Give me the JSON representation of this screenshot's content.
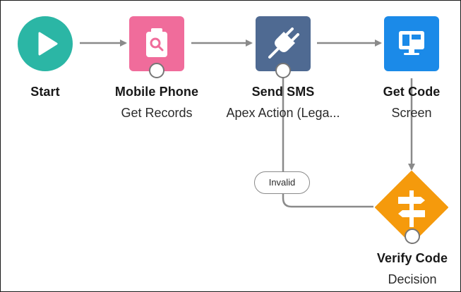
{
  "colors": {
    "start": "#2bb6a5",
    "get_records": "#f06c9b",
    "apex_action": "#4f6a92",
    "screen": "#1b8ae8",
    "decision": "#f59a0c",
    "connector": "#8a8a8a"
  },
  "nodes": {
    "start": {
      "name": "Start",
      "icon": "play-icon"
    },
    "mobile_phone": {
      "name": "Mobile Phone",
      "type": "Get Records",
      "icon": "clipboard-search-icon"
    },
    "send_sms": {
      "name": "Send SMS",
      "type": "Apex Action (Lega...",
      "icon": "plug-icon"
    },
    "get_code": {
      "name": "Get Code",
      "type": "Screen",
      "icon": "screen-icon"
    },
    "verify_code": {
      "name": "Verify Code",
      "type": "Decision",
      "icon": "decision-icon"
    }
  },
  "connectors": {
    "invalid_label": "Invalid"
  }
}
